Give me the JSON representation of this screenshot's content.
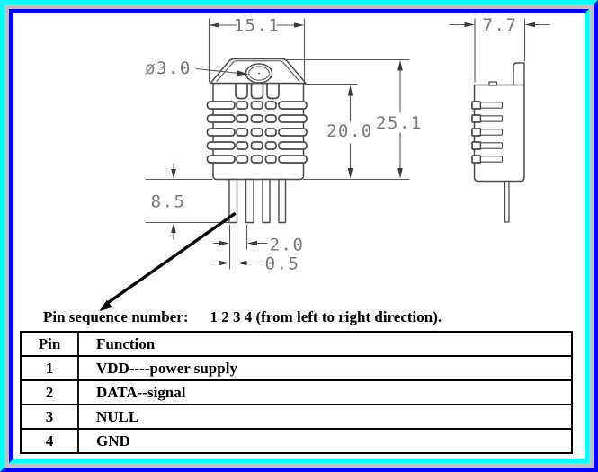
{
  "colors": {
    "frame_cyan": "#00ffff",
    "frame_blue": "#0000ff",
    "frame_gray": "#c0c0c0",
    "drawing_line_gray": "#4a4a4a",
    "dimension_text_gray": "#7a7a7a",
    "text_black": "#000000"
  },
  "drawing": {
    "front_view": {
      "width": "15.1",
      "hole_diameter": "ø3.0",
      "body_height": "20.0",
      "total_height": "25.1",
      "pin_length": "8.5",
      "pin_pitch": "2.0",
      "pin_width": "0.5"
    },
    "side_view": {
      "depth": "7.7"
    }
  },
  "caption": {
    "label": "Pin sequence number:",
    "value": "1 2 3 4 (from left to right direction)."
  },
  "pin_table": {
    "headers": [
      "Pin",
      "Function"
    ],
    "rows": [
      {
        "pin": "1",
        "function": "VDD----power supply"
      },
      {
        "pin": "2",
        "function": "DATA--signal"
      },
      {
        "pin": "3",
        "function": "NULL"
      },
      {
        "pin": "4",
        "function": "GND"
      }
    ]
  }
}
